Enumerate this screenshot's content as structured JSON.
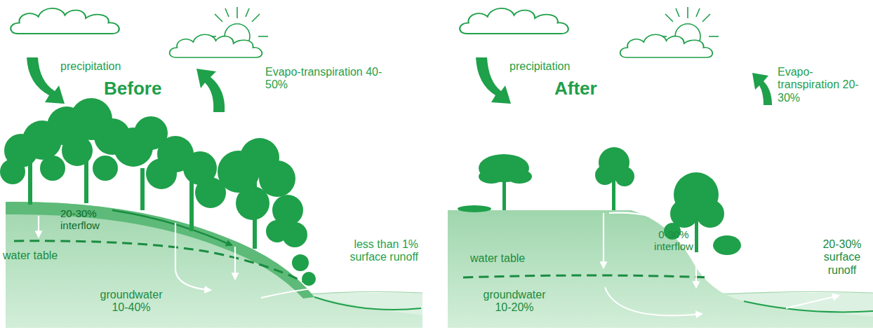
{
  "diagram": {
    "labels": [
      "precipitation",
      "Before",
      "Evapo-transpiration 40-50%",
      "20-30% interflow",
      "less than 1% surface runoff",
      "water table",
      "groundwater 10-40%",
      "precipitation",
      "After",
      "Evapo-transpiration 20-30%",
      "water table",
      "0-30% interflow",
      "20-30% surface runoff",
      "groundwater 10-20%"
    ]
  }
}
